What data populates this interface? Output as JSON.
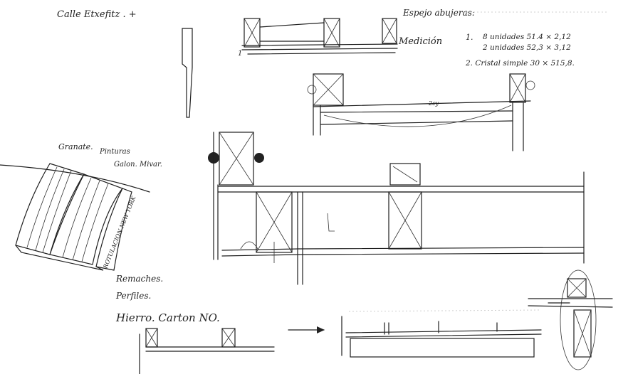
{
  "notes": {
    "title": "Calle Etxefitz . +",
    "mirror_heading": "Espejo abujeras:",
    "measurement_label": "Medición",
    "item1_number": "1.",
    "item1_line1": "8 unidades   51.4 × 2,12",
    "item1_line2": "2 unidades   52,3 × 3,12",
    "item2": "2. Cristal simple  30 × 515,8.",
    "sketch_number": "1",
    "dim_small": "2cy"
  },
  "materials": {
    "color": "Granate.",
    "paints": "Pinturas",
    "trim": "Galon. Mivar.",
    "sign_text": "ROTULACION NEW YORK",
    "rivets": "Remaches.",
    "profiles": "Perfiles.",
    "iron": "Hierro. Carton NO."
  }
}
